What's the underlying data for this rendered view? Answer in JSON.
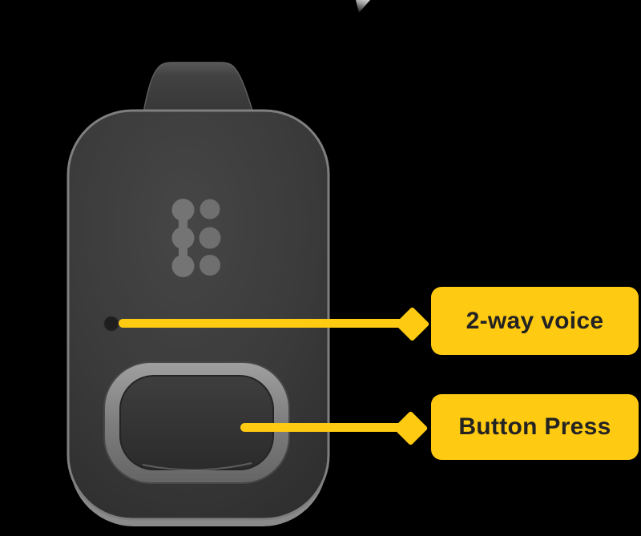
{
  "scene": {
    "background": "#000000"
  },
  "colors": {
    "callout_yellow": "#ffca12",
    "callout_text": "#232323",
    "device_body": "#3a3a3a",
    "device_rim": "#7f7f7f",
    "logo_dots": "#747474",
    "button_ring_top": "#a0a0a0",
    "button_ring_bottom": "#646464",
    "button_face": "#303030",
    "mic_hole": "#1e1e1e"
  },
  "callouts": {
    "voice": {
      "label": "2-way voice"
    },
    "button": {
      "label": "Button Press"
    }
  },
  "icons": {
    "brand_logo": "six-dots-brand-logo-icon",
    "microphone": "microphone-hole",
    "sos_button": "sos-button",
    "belt_clip": "belt-clip",
    "connector": "diamond-connector-icon"
  }
}
